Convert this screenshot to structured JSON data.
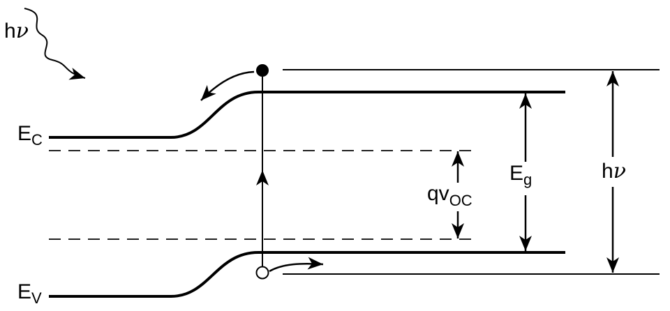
{
  "labels": {
    "photon_in_h": "h",
    "photon_in_nu": "ν",
    "ec_main": "E",
    "ec_sub": "C",
    "ev_main": "E",
    "ev_sub": "V",
    "voc_main": "qv",
    "voc_sub": "OC",
    "eg_main": "E",
    "eg_sub": "g",
    "hv_h": "h",
    "hv_nu": "ν"
  },
  "colors": {
    "stroke": "#000000",
    "background": "#ffffff"
  }
}
